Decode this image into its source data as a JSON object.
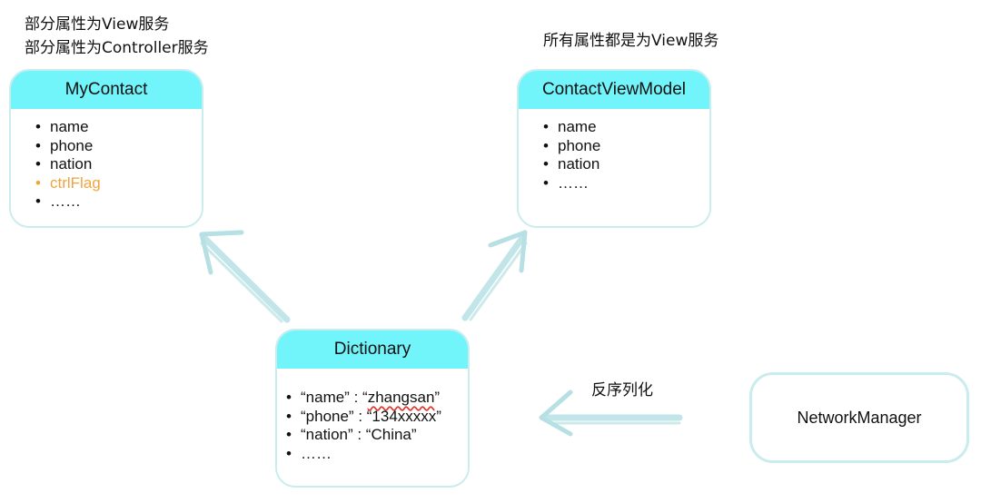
{
  "notes": {
    "left_line1": "部分属性为View服务",
    "left_line2": "部分属性为Controller服务",
    "right": "所有属性都是为View服务",
    "deserialize": "反序列化"
  },
  "my_contact": {
    "title": "MyContact",
    "items": [
      "name",
      "phone",
      "nation",
      "ctrlFlag",
      "……"
    ]
  },
  "view_model": {
    "title": "ContactViewModel",
    "items": [
      "name",
      "phone",
      "nation",
      "……"
    ]
  },
  "dictionary": {
    "title": "Dictionary",
    "row1_key": "“name” : “",
    "row1_value": "zhangsan",
    "row1_end": "”",
    "row2": "“phone” : “134xxxxx”",
    "row3": "“nation” : “China”",
    "row4": "……"
  },
  "network_manager": {
    "title": "NetworkManager"
  },
  "colors": {
    "card_header": "#72f4fb",
    "card_border": "#c9ecee",
    "highlight": "#f2a33c",
    "arrow": "#b6e0e4"
  }
}
